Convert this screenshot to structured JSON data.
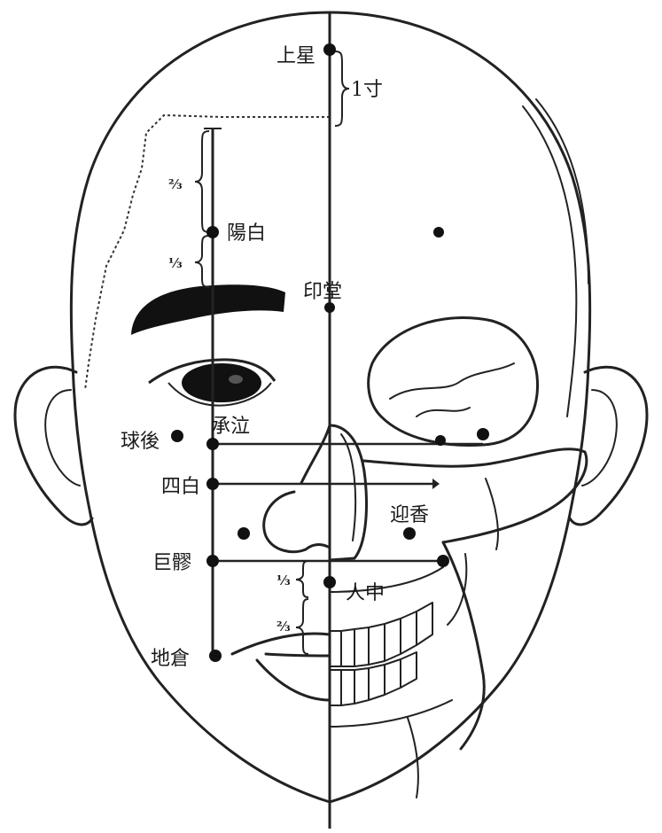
{
  "diagram": {
    "points": {
      "shangxing": "上星",
      "yintang": "印堂",
      "yangbai": "陽白",
      "qiuhou": "球後",
      "chengqi": "承泣",
      "sibai": "四白",
      "yingxiang": "迎香",
      "juliao": "巨髎",
      "renzhong": "人中",
      "dicang": "地倉"
    },
    "measures": {
      "one_cun": "1寸",
      "two_thirds_a": "⅔",
      "one_third_a": "⅓",
      "one_third_b": "⅓",
      "two_thirds_b": "⅔"
    }
  }
}
